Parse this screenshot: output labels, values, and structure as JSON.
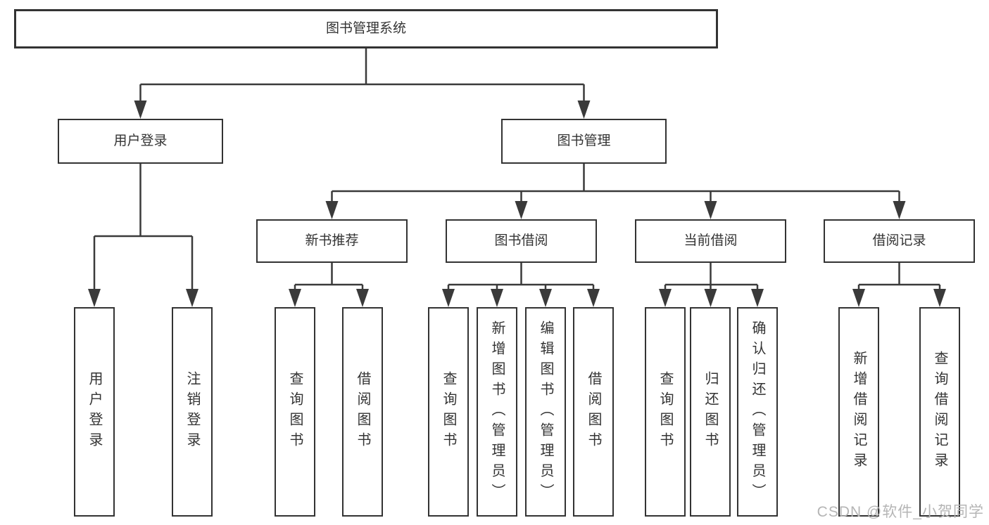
{
  "tree": {
    "label": "图书管理系统",
    "children": [
      {
        "label": "用户登录",
        "children": [
          {
            "label": "用户登录"
          },
          {
            "label": "注销登录"
          }
        ]
      },
      {
        "label": "图书管理",
        "children": [
          {
            "label": "新书推荐",
            "children": [
              {
                "label": "查询图书"
              },
              {
                "label": "借阅图书"
              }
            ]
          },
          {
            "label": "图书借阅",
            "children": [
              {
                "label": "查询图书"
              },
              {
                "label": "新增图书（管理员）"
              },
              {
                "label": "编辑图书（管理员）"
              },
              {
                "label": "借阅图书"
              }
            ]
          },
          {
            "label": "当前借阅",
            "children": [
              {
                "label": "查询图书"
              },
              {
                "label": "归还图书"
              },
              {
                "label": "确认归还（管理员）"
              }
            ]
          },
          {
            "label": "借阅记录",
            "children": [
              {
                "label": "新增借阅记录"
              },
              {
                "label": "查询借阅记录"
              }
            ]
          }
        ]
      }
    ]
  },
  "watermark": "CSDN @软件_小贺同学",
  "colors": {
    "line": "#3a3a3a",
    "box_border": "#333333",
    "text": "#333333",
    "watermark": "#b5b5b5",
    "background": "#ffffff"
  }
}
